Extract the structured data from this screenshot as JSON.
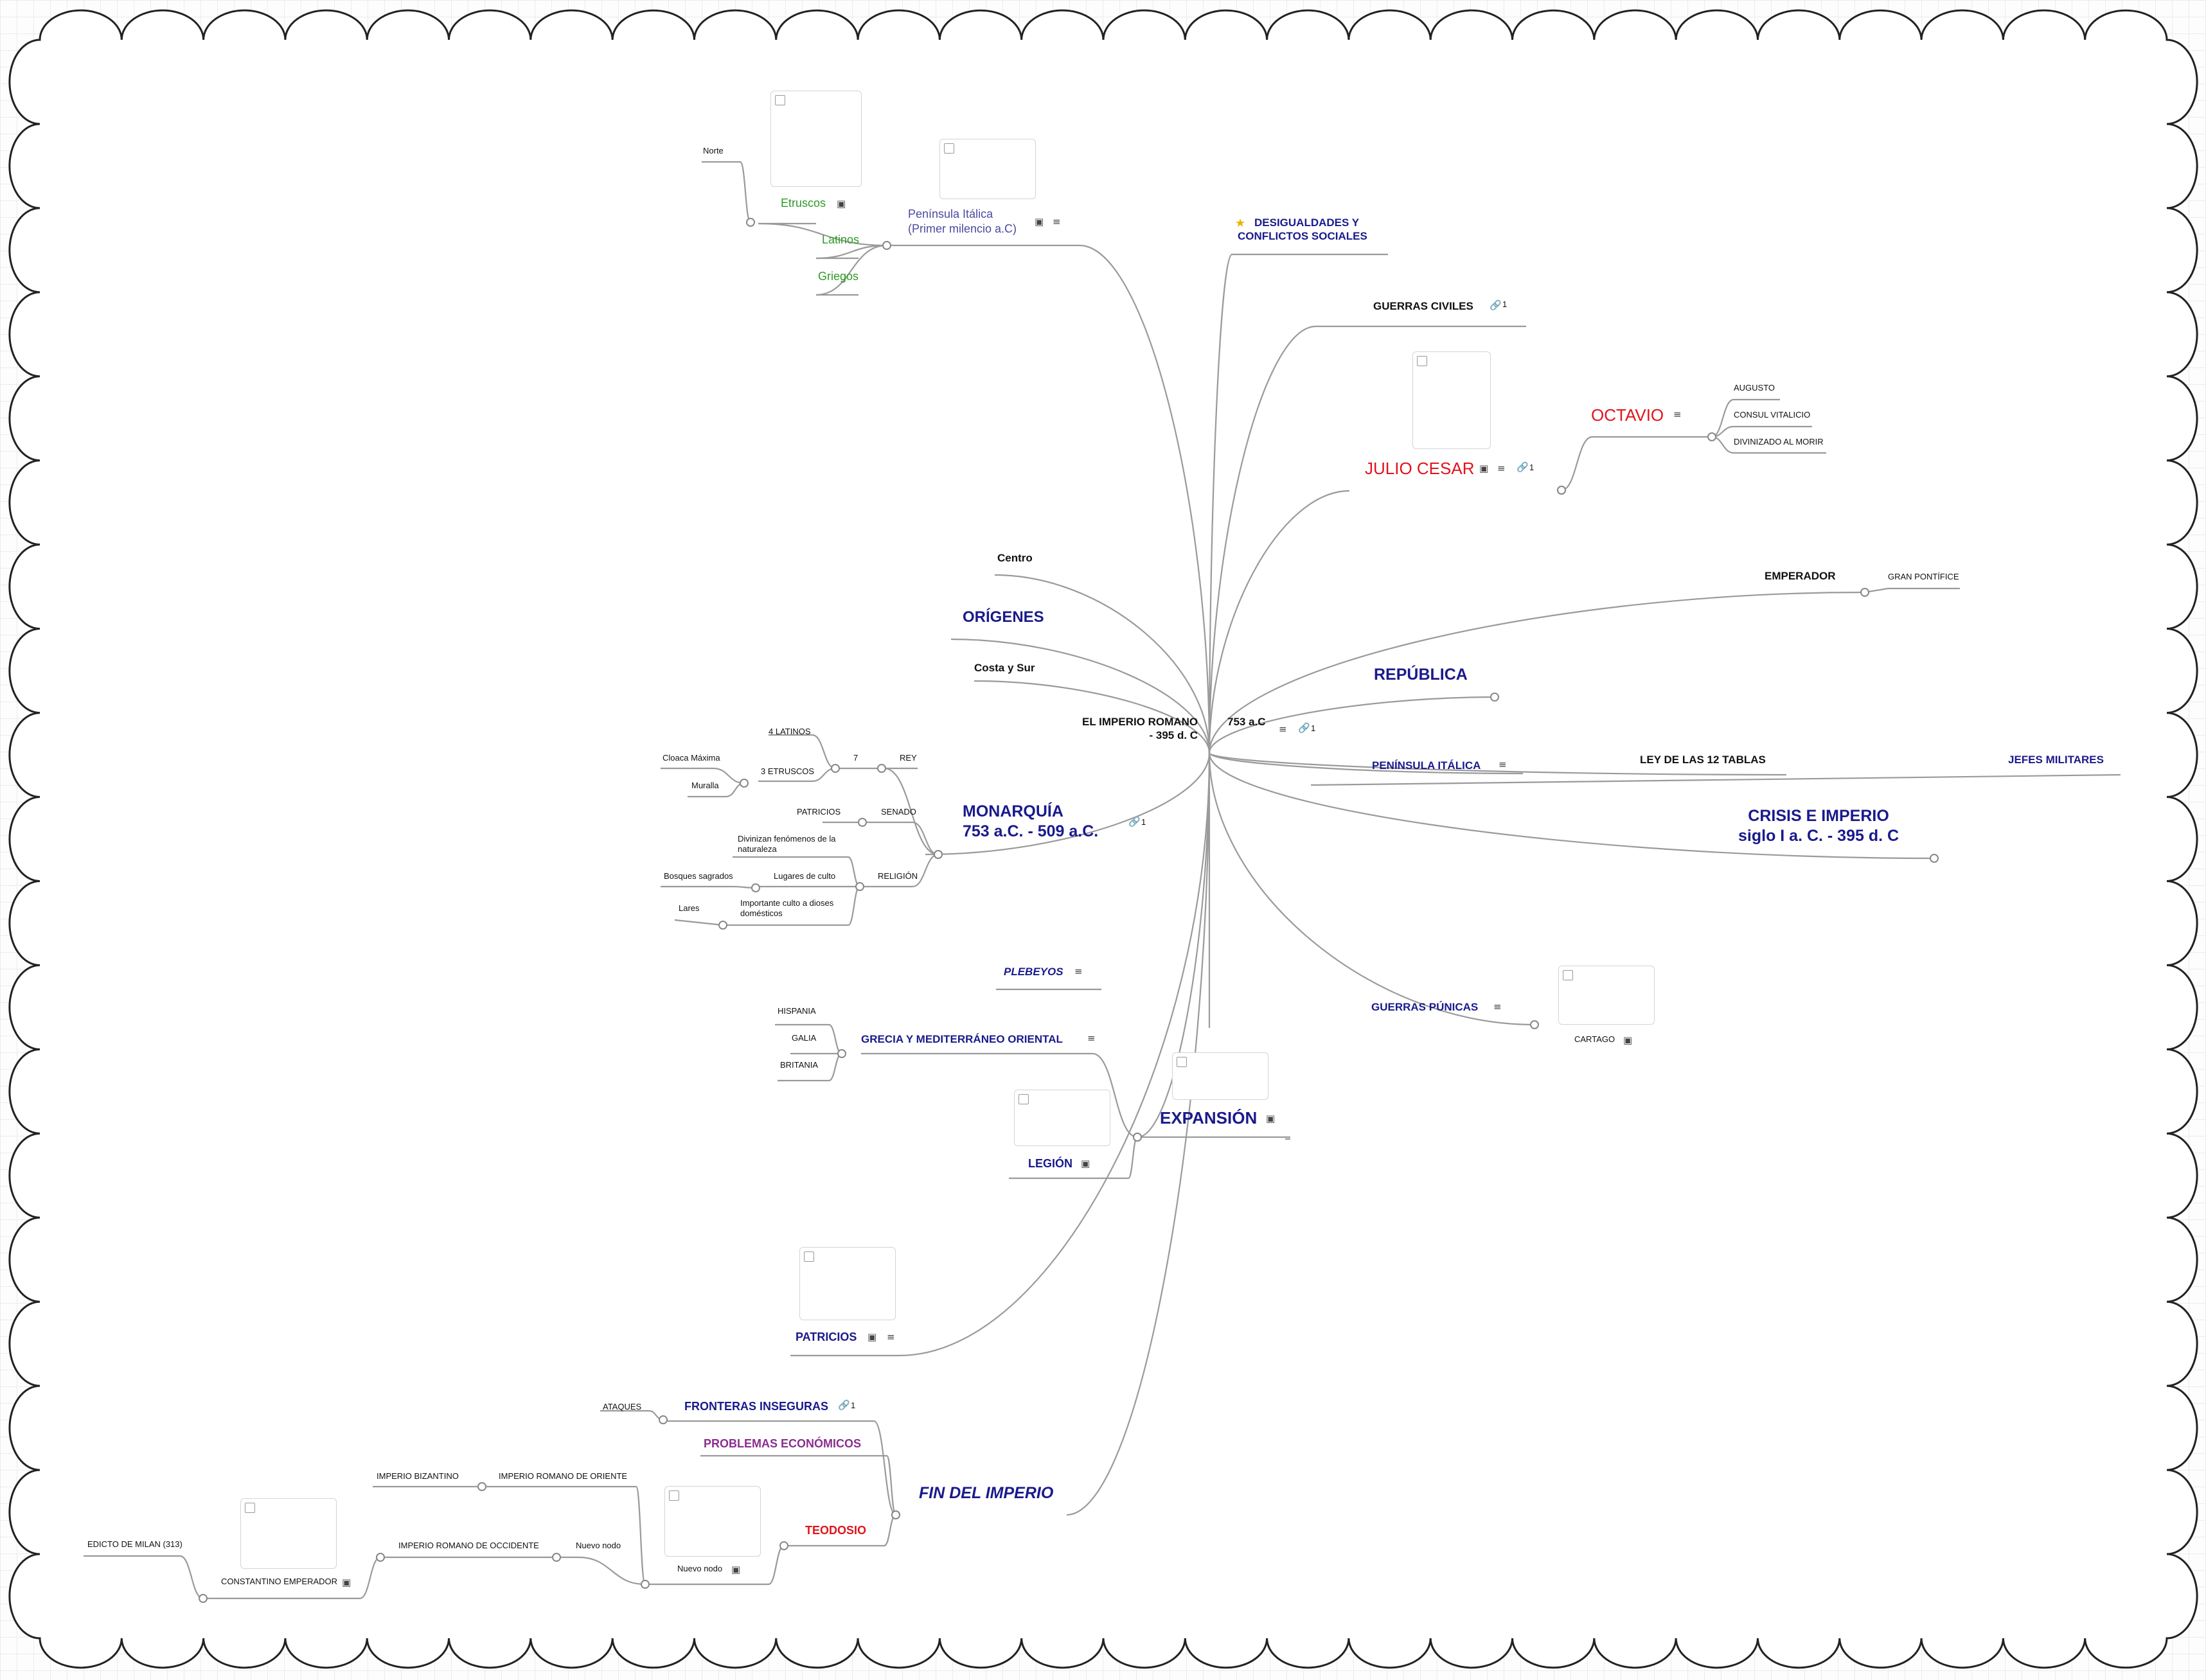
{
  "colors": {
    "navy": "#1a1a8c",
    "red": "#e0141c",
    "green": "#2e9a25",
    "purple": "#8a2f8f",
    "indigo": "#4a4aa0",
    "black": "#111111",
    "connector": "#9a9a9a",
    "frame": "#222222"
  },
  "central": {
    "title": "EL IMPERIO ROMANO\n- 395 d. C",
    "date": "753 a.C",
    "links": "1"
  },
  "nodes": {
    "origenes": "ORÍGENES",
    "centro": "Centro",
    "costa_sur": "Costa y Sur",
    "peninsula_italica": "Península Itálica\n(Primer  milencio a.C)",
    "etruscos": "Etruscos",
    "norte": "Norte",
    "latinos": "Latinos",
    "griegos": "Griegos",
    "desigualdades": "DESIGUALDADES Y\nCONFLICTOS SOCIALES",
    "guerras_civiles": "GUERRAS CIVILES",
    "guerras_civiles_links": "1",
    "julio_cesar": "JULIO CESAR",
    "julio_cesar_links": "1",
    "octavio": "OCTAVIO",
    "augusto": "AUGUSTO",
    "consul_vitalicio": "CONSUL VITALICIO",
    "divinizado": "DIVINIZADO AL MORIR",
    "emperador": "EMPERADOR",
    "gran_pontifice": "GRAN PONTÍFICE",
    "republica": "REPÚBLICA",
    "peninsula_italica_2": "PENÍNSULA ITÁLICA",
    "ley_12_tablas": "LEY DE LAS 12 TABLAS",
    "jefes_militares": "JEFES MILITARES",
    "crisis_imperio": "CRISIS E IMPERIO\nsiglo I a. C. - 395 d. C",
    "guerras_punicas": "GUERRAS PÚNICAS",
    "cartago": "CARTAGO",
    "monarquia": "MONARQUÍA\n753 a.C. - 509 a.C.",
    "monarquia_links": "1",
    "rey": "REY",
    "siete": "7",
    "cuatro_latinos": "4 LATINOS",
    "tres_etruscos": "3 ETRUSCOS",
    "cloaca_maxima": "Cloaca Máxima",
    "muralla": "Muralla",
    "senado": "SENADO",
    "patricios_senado": "PATRICIOS",
    "religion": "RELIGIÓN",
    "divinizan": "Divinizan fenómenos de la\nnaturaleza",
    "lugares_culto": "Lugares de culto",
    "bosques_sagrados": "Bosques sagrados",
    "culto_dioses": "Importante culto a dioses\ndomésticos",
    "lares": "Lares",
    "plebeyos": "PLEBEYOS",
    "grecia_mediterraneo": "GRECIA Y MEDITERRÁNEO ORIENTAL",
    "hispania": "HISPANIA",
    "galia": "GALIA",
    "britania": "BRITANIA",
    "expansion": "EXPANSIÓN",
    "legion": "LEGIÓN",
    "patricios": "PATRICIOS",
    "fin_imperio": "FIN DEL IMPERIO",
    "fronteras_inseguras": "FRONTERAS INSEGURAS",
    "fronteras_links": "1",
    "ataques": "ATAQUES",
    "problemas_economicos": "PROBLEMAS ECONÓMICOS",
    "teodosio": "TEODOSIO",
    "nuevo_nodo_img": "Nuevo nodo",
    "imperio_oriente": "IMPERIO ROMANO DE ORIENTE",
    "imperio_bizantino": "IMPERIO BIZANTINO",
    "nuevo_nodo": "Nuevo nodo",
    "imperio_occidente": "IMPERIO ROMANO DE OCCIDENTE",
    "constantino": "CONSTANTINO EMPERADOR",
    "edicto_milan": "EDICTO DE MILAN (313)"
  }
}
